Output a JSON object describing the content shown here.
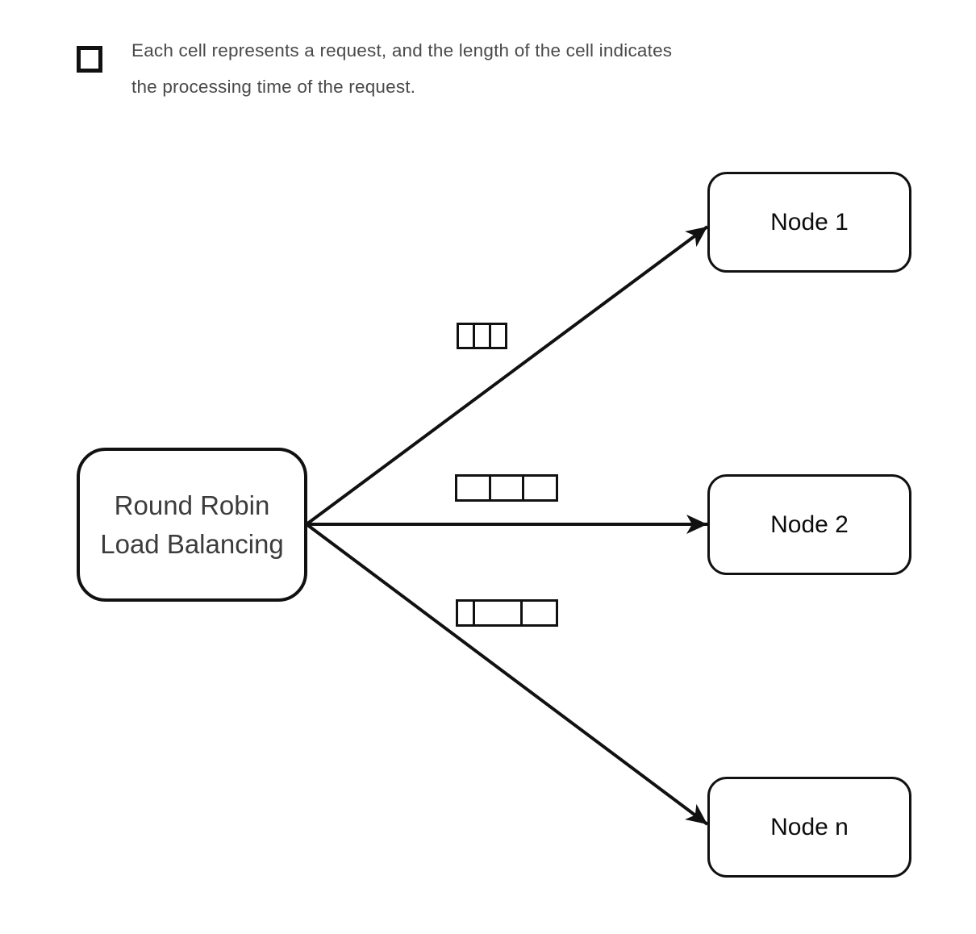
{
  "legend": {
    "icon": "cell-square-icon",
    "text_line1": "Each cell represents a request, and the length of the cell indicates",
    "text_line2": "the processing time of the request."
  },
  "diagram": {
    "source": {
      "label_line1": "Round Robin",
      "label_line2": "Load Balancing"
    },
    "nodes": [
      {
        "label": "Node 1"
      },
      {
        "label": "Node 2"
      },
      {
        "label": "Node n"
      }
    ],
    "request_groups": [
      {
        "name": "requests-to-node-1",
        "cell_count": 3,
        "cell_proportions": [
          1,
          1,
          1
        ]
      },
      {
        "name": "requests-to-node-2",
        "cell_count": 3,
        "cell_proportions": [
          1,
          1,
          1
        ]
      },
      {
        "name": "requests-to-node-n",
        "cell_count": 3,
        "cell_proportions": [
          20,
          62,
          45
        ]
      }
    ],
    "colors": {
      "background": "#ffffff",
      "stroke": "#111111",
      "legend_text": "#4a4a4a",
      "source_text": "#3c3c3c",
      "node_text": "#0d0d0d",
      "cell_fill": "#ffffff"
    }
  }
}
